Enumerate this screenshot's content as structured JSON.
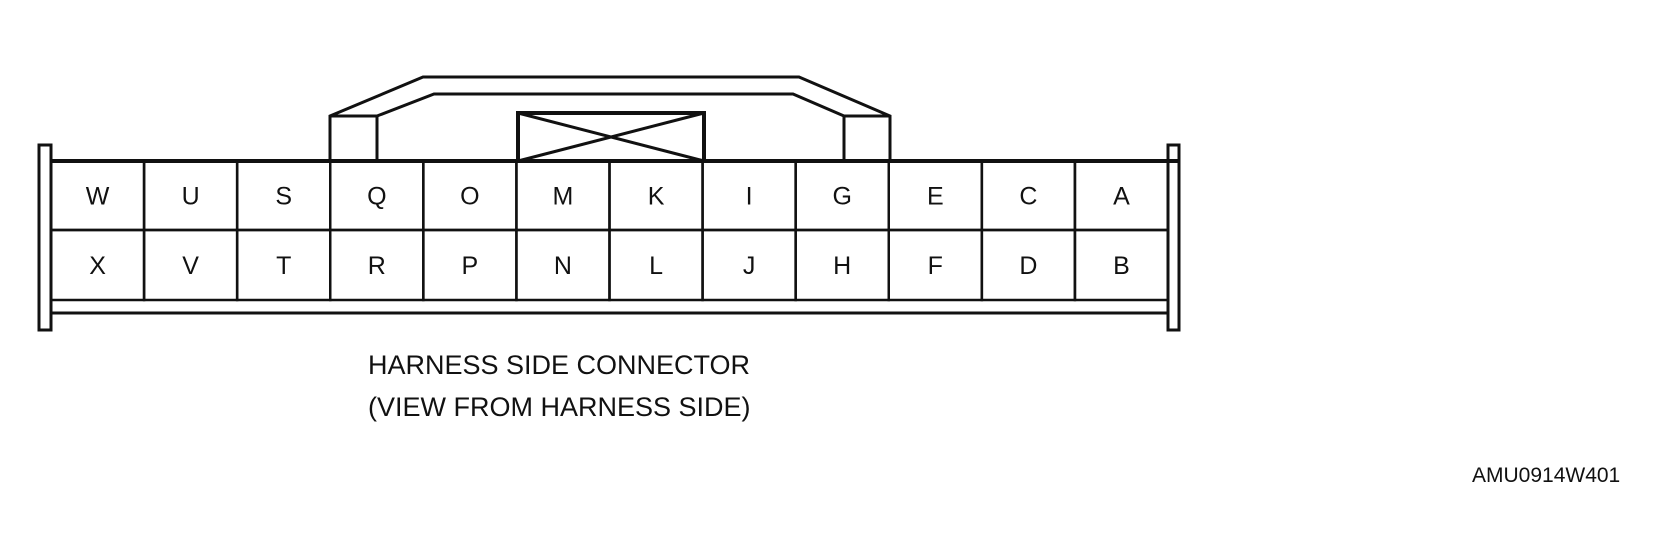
{
  "connector": {
    "top_row": [
      "W",
      "U",
      "S",
      "Q",
      "O",
      "M",
      "K",
      "I",
      "G",
      "E",
      "C",
      "A"
    ],
    "bottom_row": [
      "X",
      "V",
      "T",
      "R",
      "P",
      "N",
      "L",
      "J",
      "H",
      "F",
      "D",
      "B"
    ]
  },
  "caption": {
    "line1": "HARNESS SIDE CONNECTOR",
    "line2": "(VIEW FROM HARNESS SIDE)"
  },
  "figure_code": "AMU0914W401"
}
